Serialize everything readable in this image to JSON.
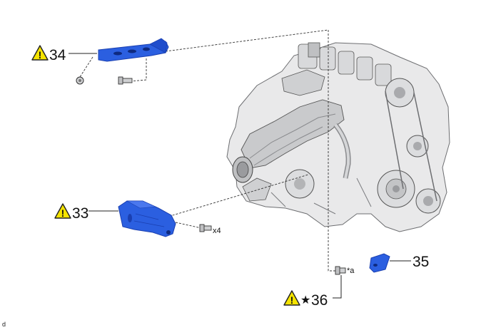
{
  "colors": {
    "part_blue": "#2b5fe0",
    "part_blue_dark": "#1a3fb0",
    "warning_yellow": "#f5e400",
    "engine_light": "#e9e9ea",
    "engine_shade": "#b9babc",
    "line": "#333333"
  },
  "icons": {
    "warning": "warning-triangle-icon",
    "star": "star-icon"
  },
  "parts": [
    {
      "id": "p34",
      "label": "34",
      "warning": true,
      "star": false
    },
    {
      "id": "p33",
      "label": "33",
      "warning": true,
      "star": false
    },
    {
      "id": "p35",
      "label": "35",
      "warning": false,
      "star": false
    },
    {
      "id": "p36",
      "label": "36",
      "warning": true,
      "star": true
    }
  ],
  "annotations": {
    "bolt_count": "x4",
    "note_a": "*a",
    "corner_code": "d",
    "star_glyph": "★",
    "warning_glyph": "!"
  }
}
